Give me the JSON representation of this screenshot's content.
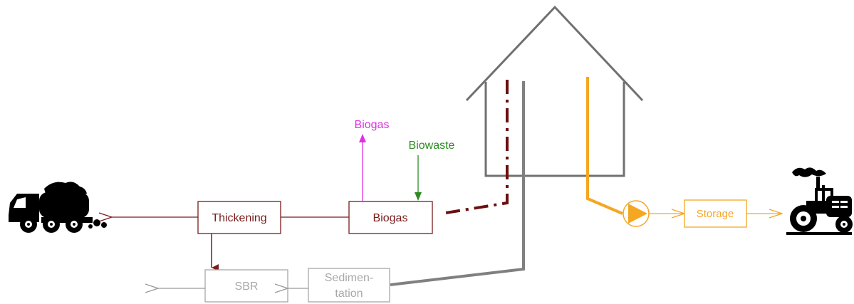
{
  "labels": {
    "biogas_output": "Biogas",
    "biowaste_input": "Biowaste",
    "thickening": "Thickening",
    "biogas_box": "Biogas",
    "sbr": "SBR",
    "sedimentation_line1": "Sedimen-",
    "sedimentation_line2": "tation",
    "storage": "Storage"
  },
  "colors": {
    "brown": "#7a1b1b",
    "dark_red": "#6a1010",
    "gray": "#808080",
    "light_gray": "#a8a8a8",
    "orange": "#f5a623",
    "magenta": "#e030e0",
    "green": "#2e8b22",
    "black": "#000000"
  },
  "icons": {
    "truck": "tanker-truck-icon",
    "tractor": "tractor-icon",
    "pump": "pump-icon"
  }
}
